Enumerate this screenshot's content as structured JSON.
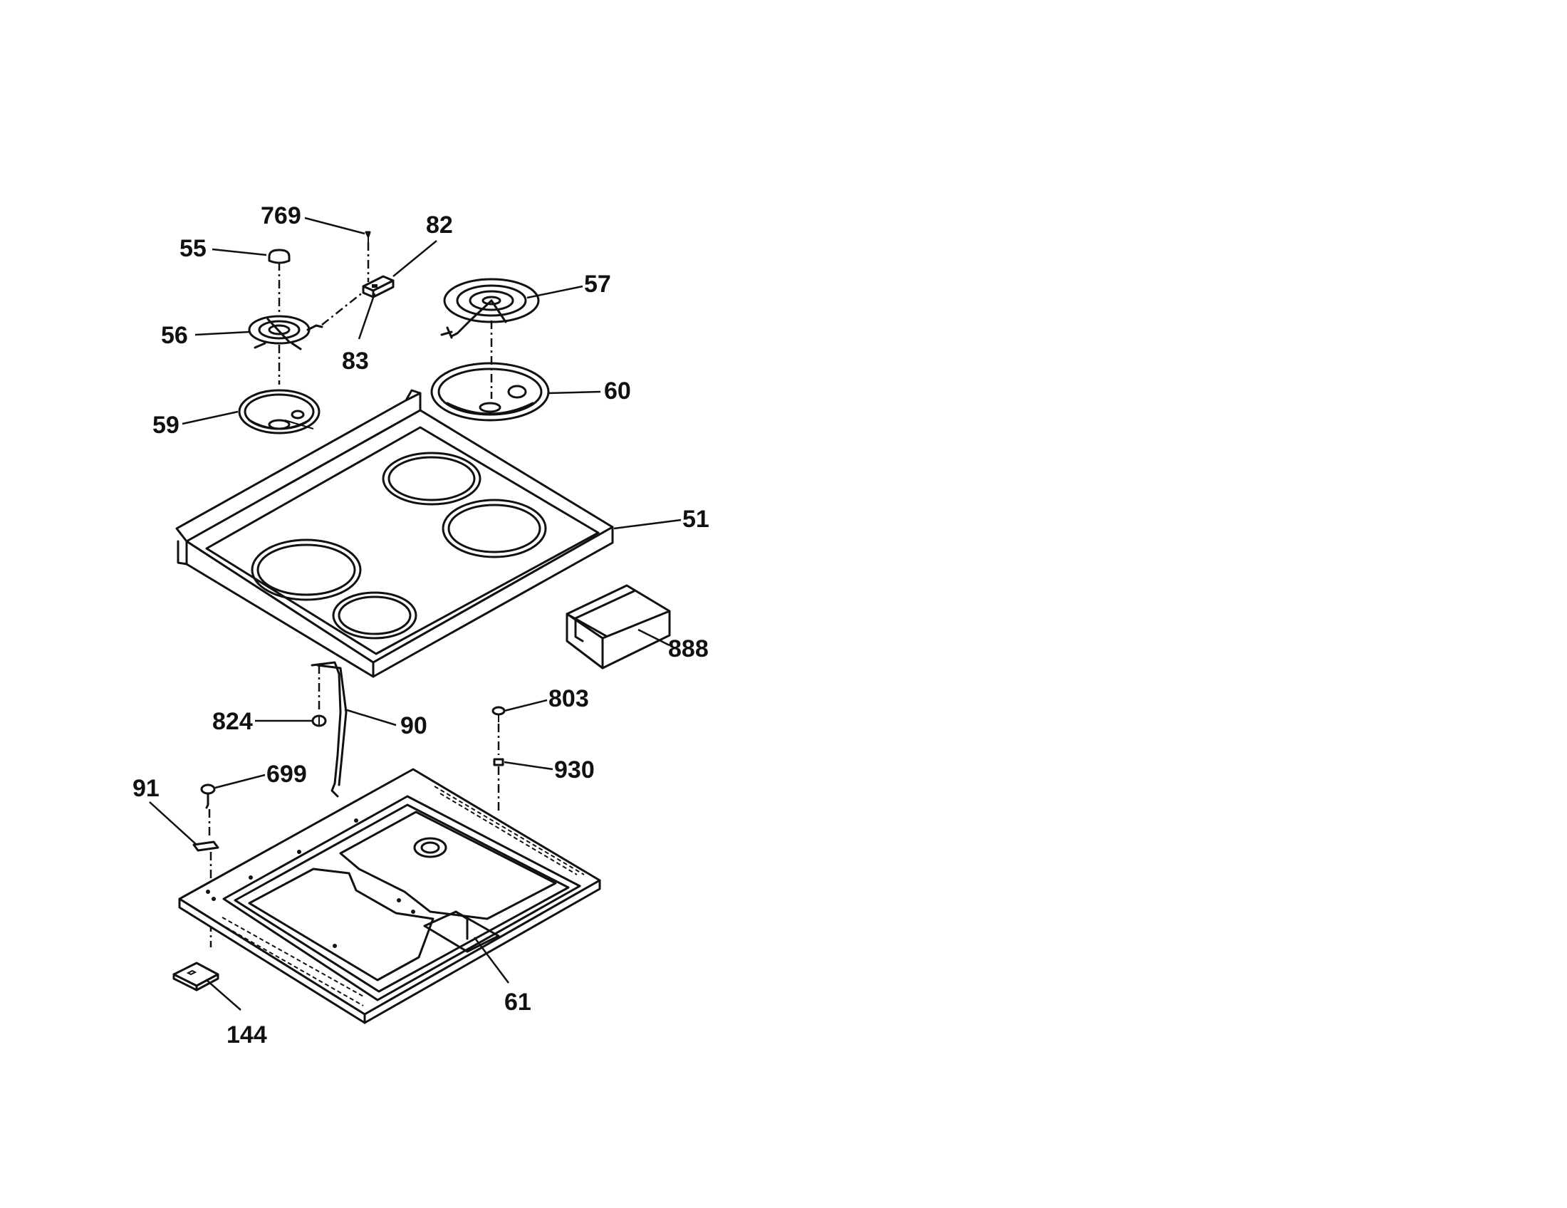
{
  "callouts": {
    "c769": "769",
    "c82": "82",
    "c55": "55",
    "c57": "57",
    "c56": "56",
    "c83": "83",
    "c60": "60",
    "c59": "59",
    "c51": "51",
    "c888": "888",
    "c803": "803",
    "c824": "824",
    "c90": "90",
    "c930": "930",
    "c91": "91",
    "c699": "699",
    "c61": "61",
    "c144": "144"
  }
}
